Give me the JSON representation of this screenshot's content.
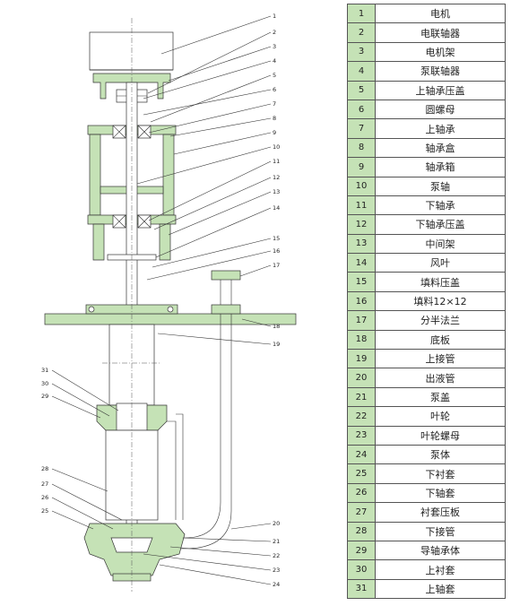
{
  "legend": [
    {
      "num": "1",
      "name": "电机"
    },
    {
      "num": "2",
      "name": "电联轴器"
    },
    {
      "num": "3",
      "name": "电机架"
    },
    {
      "num": "4",
      "name": "泵联轴器"
    },
    {
      "num": "5",
      "name": "上轴承压盖"
    },
    {
      "num": "6",
      "name": "圆螺母"
    },
    {
      "num": "7",
      "name": "上轴承"
    },
    {
      "num": "8",
      "name": "轴承盒"
    },
    {
      "num": "9",
      "name": "轴承箱"
    },
    {
      "num": "10",
      "name": "泵轴"
    },
    {
      "num": "11",
      "name": "下轴承"
    },
    {
      "num": "12",
      "name": "下轴承压盖"
    },
    {
      "num": "13",
      "name": "中间架"
    },
    {
      "num": "14",
      "name": "风叶"
    },
    {
      "num": "15",
      "name": "填料压盖"
    },
    {
      "num": "16",
      "name": "填料12×12"
    },
    {
      "num": "17",
      "name": "分半法兰"
    },
    {
      "num": "18",
      "name": "底板"
    },
    {
      "num": "19",
      "name": "上接管"
    },
    {
      "num": "20",
      "name": "出液管"
    },
    {
      "num": "21",
      "name": "泵盖"
    },
    {
      "num": "22",
      "name": "叶轮"
    },
    {
      "num": "23",
      "name": "叶轮螺母"
    },
    {
      "num": "24",
      "name": "泵体"
    },
    {
      "num": "25",
      "name": "下衬套"
    },
    {
      "num": "26",
      "name": "下轴套"
    },
    {
      "num": "27",
      "name": "衬套压板"
    },
    {
      "num": "28",
      "name": "下接管"
    },
    {
      "num": "29",
      "name": "导轴承体"
    },
    {
      "num": "30",
      "name": "上衬套"
    },
    {
      "num": "31",
      "name": "上轴套"
    }
  ],
  "callouts": {
    "right": [
      "1",
      "2",
      "3",
      "4",
      "5",
      "6",
      "7",
      "8",
      "9",
      "10",
      "11",
      "12",
      "13",
      "14",
      "15",
      "16",
      "17",
      "18",
      "19",
      "20",
      "21",
      "22",
      "23",
      "24"
    ],
    "left": [
      "31",
      "30",
      "29",
      "28",
      "27",
      "26",
      "25"
    ]
  },
  "colors": {
    "part_fill": "#c5e2b6",
    "legend_number_fill": "#c5e2b6",
    "line": "#333333"
  }
}
